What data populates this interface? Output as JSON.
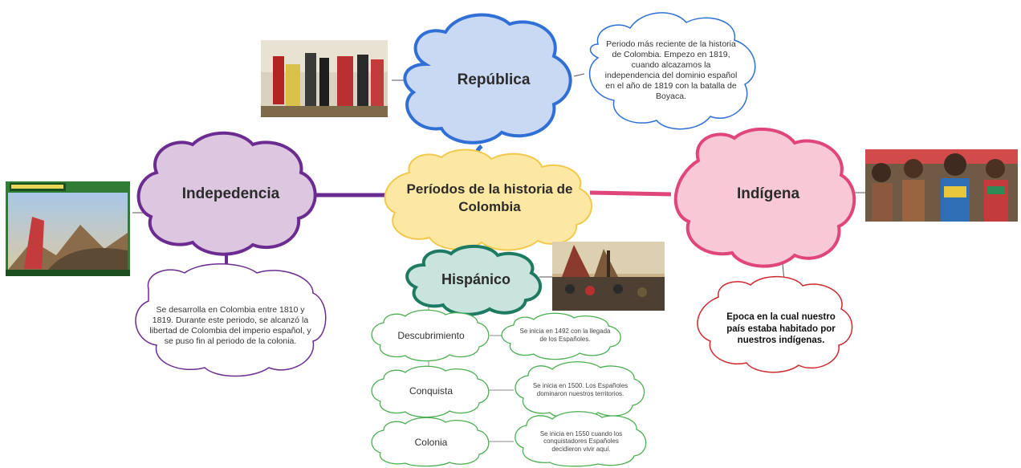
{
  "center": {
    "label": "Períodos de la historia de Colombia"
  },
  "republica": {
    "label": "República",
    "description": "Periodo más reciente de la historia de Colombia. Empezo en 1819, cuando alcazamos la independencia del dominio español en el año de 1819 con la batalla de Boyaca."
  },
  "independencia": {
    "label": "Indepedencia",
    "description": "Se desarrolla en Colombia entre 1810 y 1819. Durante este periodo, se alcanzó la libertad de Colombia del imperio español, y se puso fin al periodo de la colonia."
  },
  "indigena": {
    "label": "Indígena",
    "description": "Epoca en la cual nuestro país estaba habitado por nuestros indígenas."
  },
  "hispanico": {
    "label": "Hispánico",
    "stages": [
      {
        "label": "Descubrimiento",
        "note": "Se inicia en 1492 con la llegada de los Españoles."
      },
      {
        "label": "Conquista",
        "note": "Se inicia en 1500. Los Españoles dominaron nuestros territorios."
      },
      {
        "label": "Colonia",
        "note": "Se inicia en 1550 cuando los conquistadores Españoles decidieron vivir aquí."
      }
    ]
  },
  "colors": {
    "republica": "#2f6fd6",
    "republica_fill": "#c9d9f3",
    "independencia": "#6b2c91",
    "independencia_fill": "#dcc6e0",
    "indigena": "#e0457b",
    "indigena_fill": "#f7c9d7",
    "hispanico": "#1f7a62",
    "hispanico_fill": "#c8e4dc",
    "center_fill": "#fde8a3",
    "center_stroke": "#f2c94c",
    "green": "#4caf50",
    "red": "#d0282f"
  }
}
